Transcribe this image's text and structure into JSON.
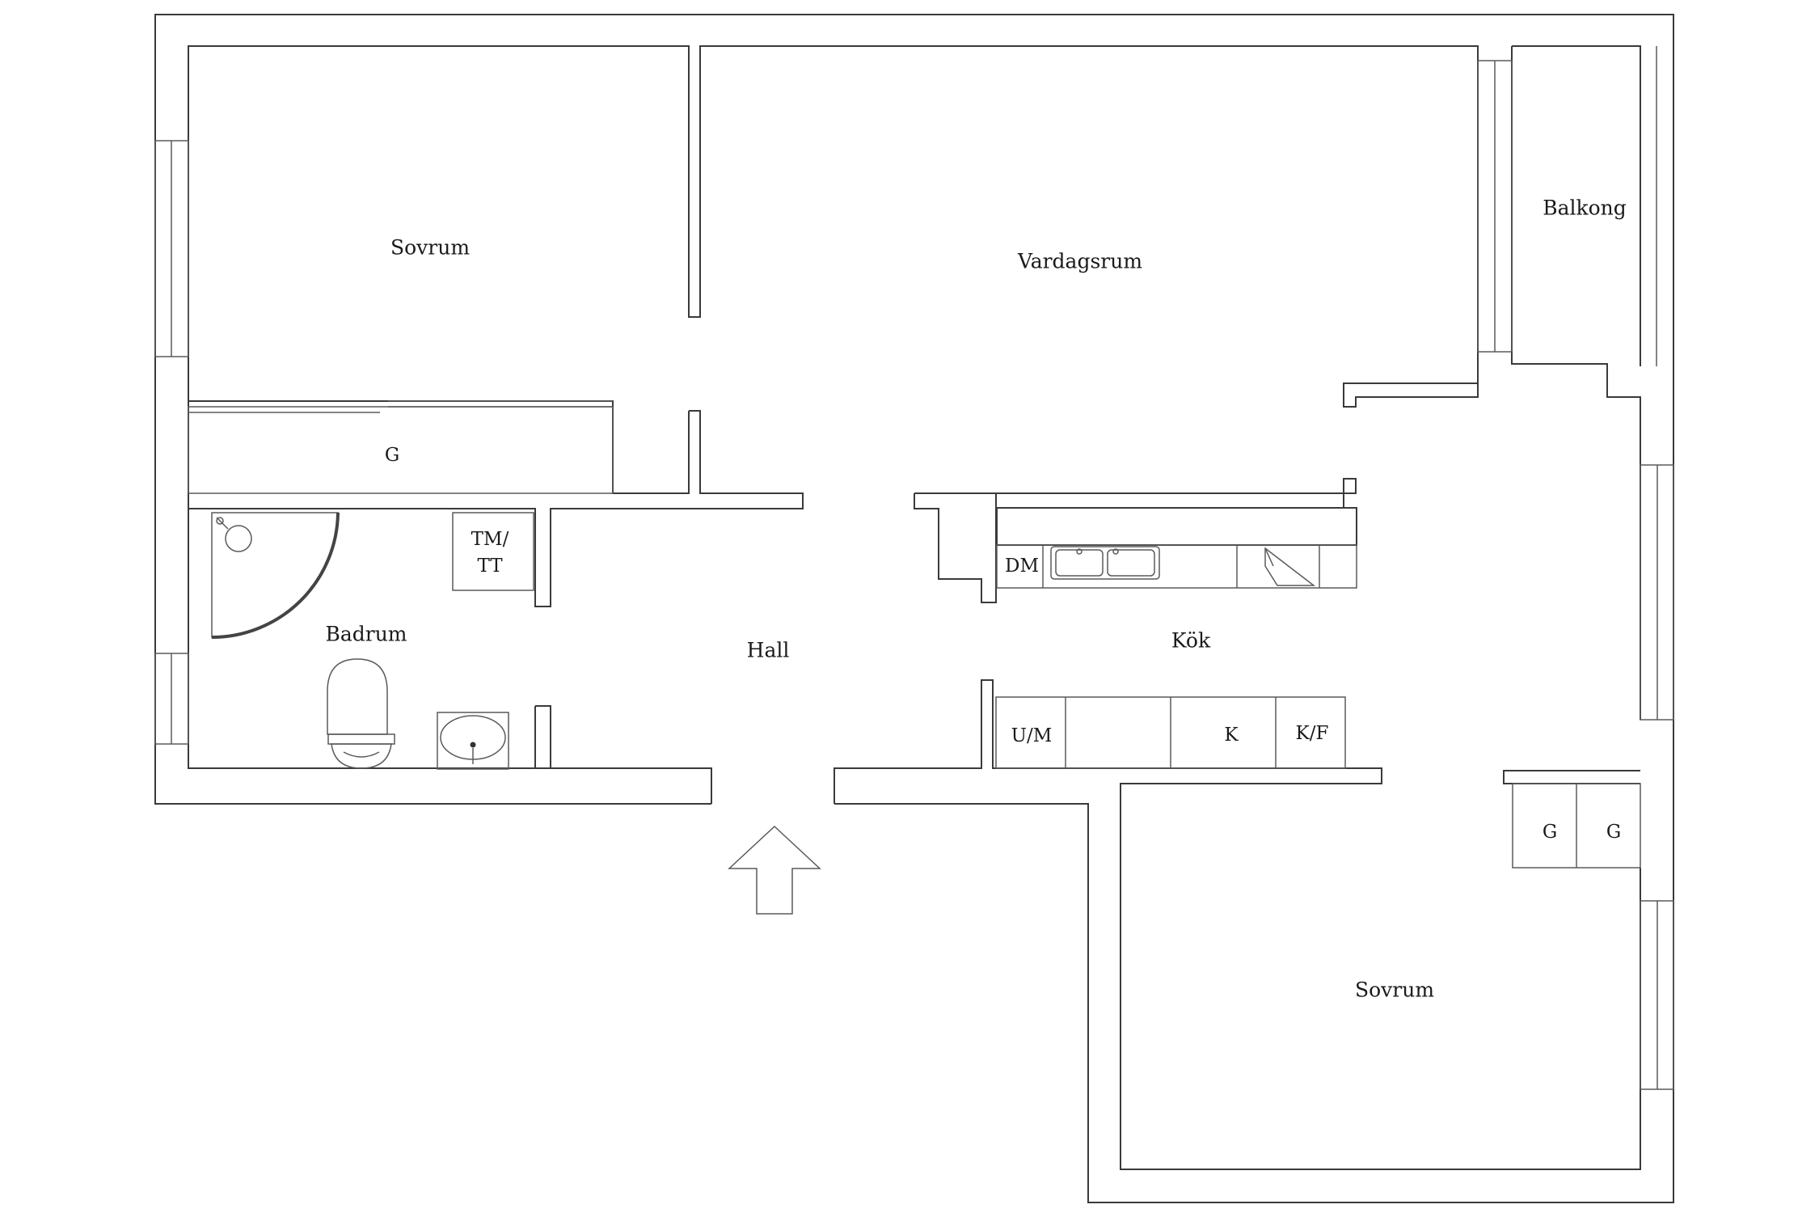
{
  "rooms": {
    "sovrum_1": "Sovrum",
    "vardagsrum": "Vardagsrum",
    "balkong": "Balkong",
    "badrum": "Badrum",
    "hall": "Hall",
    "kok": "Kök",
    "sovrum_2": "Sovrum"
  },
  "fixtures": {
    "garderob_hall": "G",
    "tm_line1": "TM/",
    "tm_line2": "TT",
    "dm": "DM",
    "um": "U/M",
    "k": "K",
    "kf": "K/F",
    "garderob_a": "G",
    "garderob_b": "G"
  }
}
